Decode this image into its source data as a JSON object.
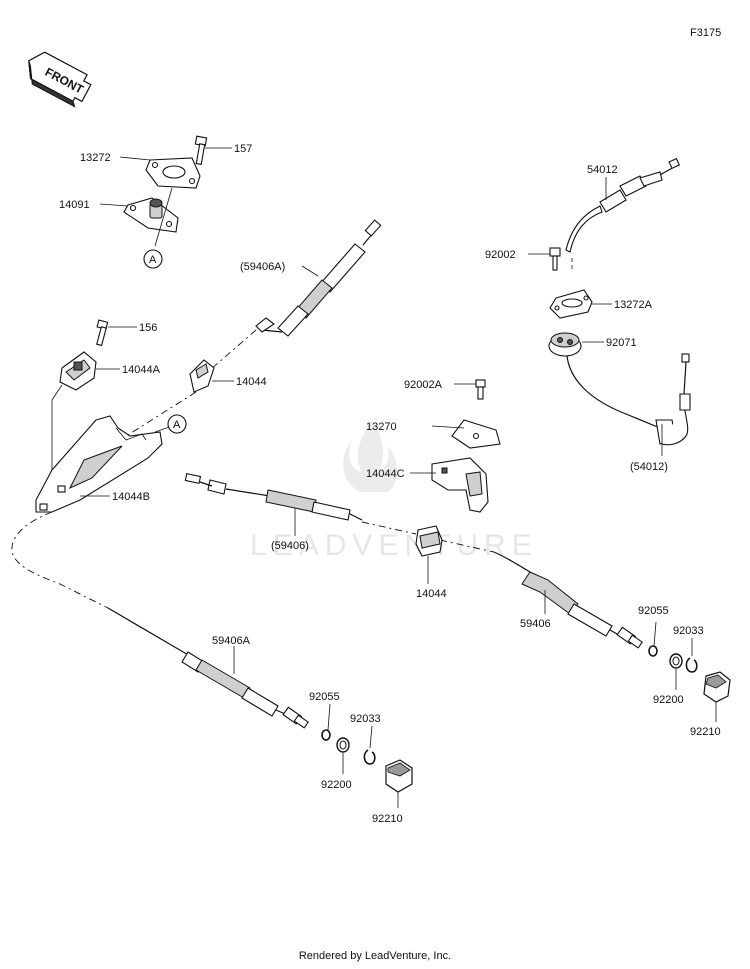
{
  "figure_code": "F3175",
  "direction_label": "FRONT",
  "watermark": "LEADVENTURE",
  "footer": "Rendered by LeadVenture, Inc.",
  "callout_letter": "A",
  "parts": {
    "p13272": "13272",
    "p157": "157",
    "p14091": "14091",
    "p59406A_paren": "(59406A)",
    "p156": "156",
    "p14044A": "14044A",
    "p14044_top": "14044",
    "p14044B": "14044B",
    "p54012": "54012",
    "p92002": "92002",
    "p13272A": "13272A",
    "p92071": "92071",
    "p54012_paren": "(54012)",
    "p92002A": "92002A",
    "p13270": "13270",
    "p14044C": "14044C",
    "p59406_paren": "(59406)",
    "p14044_mid": "14044",
    "p59406": "59406",
    "p92055_r": "92055",
    "p92033_r": "92033",
    "p92200_r": "92200",
    "p92210_r": "92210",
    "p59406A": "59406A",
    "p92055_l": "92055",
    "p92033_l": "92033",
    "p92200_l": "92200",
    "p92210_l": "92210"
  }
}
